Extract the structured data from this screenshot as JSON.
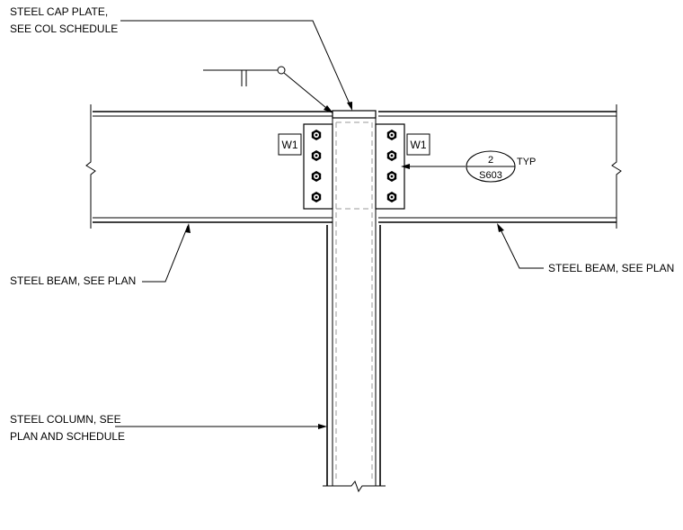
{
  "notes": {
    "cap_plate_line1": "STEEL CAP PLATE,",
    "cap_plate_line2": "SEE COL SCHEDULE",
    "beam_left": "STEEL BEAM, SEE PLAN",
    "beam_right": "STEEL BEAM, SEE PLAN",
    "column_line1": "STEEL COLUMN, SEE",
    "column_line2": "PLAN AND SCHEDULE"
  },
  "weld_tags": {
    "left": "W1",
    "right": "W1"
  },
  "detail_callout": {
    "number": "2",
    "sheet": "S603",
    "suffix": "TYP"
  },
  "bolts": {
    "rows_per_side": 4,
    "icon": "bolt-icon"
  }
}
